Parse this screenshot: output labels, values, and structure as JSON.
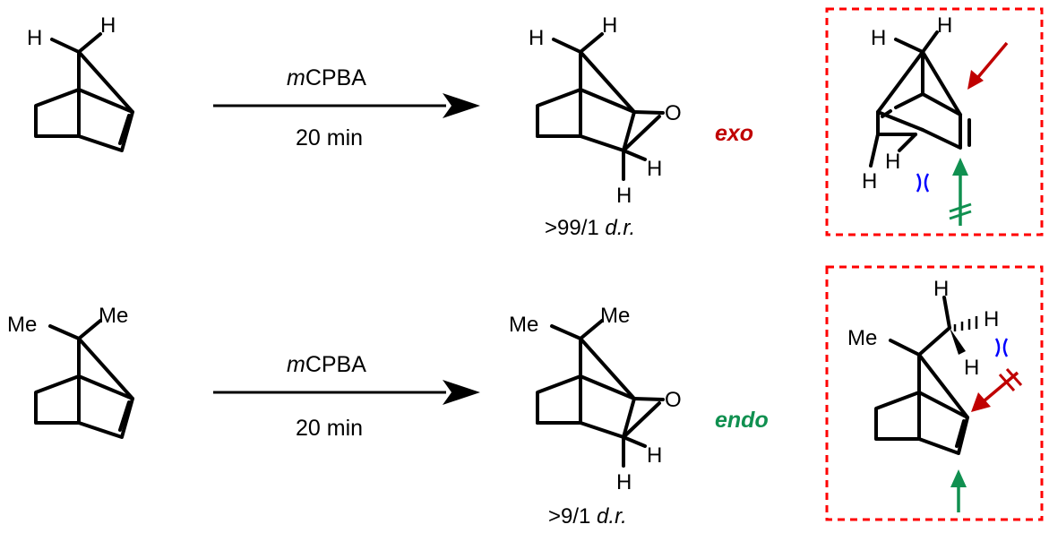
{
  "colors": {
    "exo": "#c00000",
    "endo": "#109050",
    "box": "#ff0000",
    "red_arrow": "#c00000",
    "green_arrow": "#109050",
    "steric": "#0000ff"
  },
  "atoms": {
    "H": "H",
    "O": "O",
    "Me": "Me"
  },
  "reactions": [
    {
      "reagent_italic": "m",
      "reagent_rest": "CPBA",
      "time": "20 min",
      "dr_value": ">99/1 ",
      "dr_unit": "d.r.",
      "selectivity": "exo"
    },
    {
      "reagent_italic": "m",
      "reagent_rest": "CPBA",
      "time": "20 min",
      "dr_value": ">9/1 ",
      "dr_unit": "d.r.",
      "selectivity": "endo"
    }
  ]
}
